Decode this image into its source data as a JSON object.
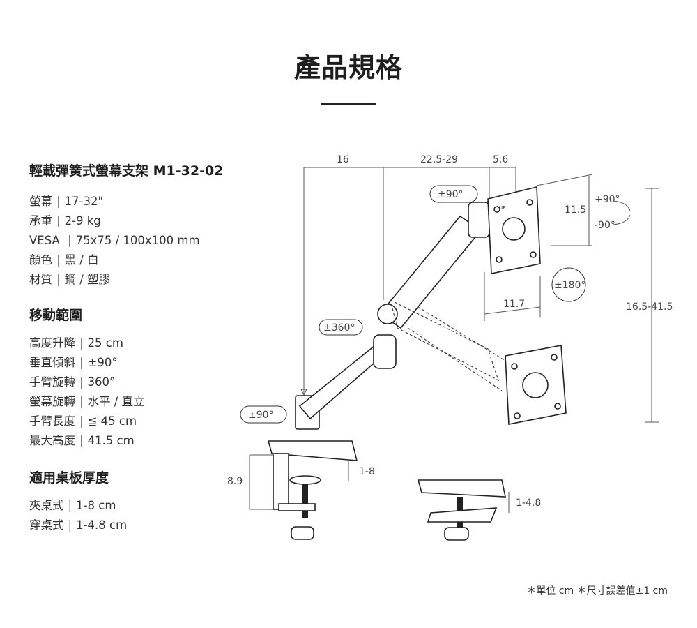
{
  "page": {
    "title": "產品規格",
    "footnote": "＊單位 cm ＊尺寸誤差值±1 cm"
  },
  "product": {
    "title": "輕載彈簧式螢幕支架 M1-32-02",
    "specs": [
      {
        "label": "螢幕",
        "value": "17-32\""
      },
      {
        "label": "承重",
        "value": "2-9 kg"
      },
      {
        "label": "VESA ",
        "value": "75x75 / 100x100 mm"
      },
      {
        "label": "顏色",
        "value": "黑 / 白"
      },
      {
        "label": "材質",
        "value": "鋼 / 塑膠"
      }
    ]
  },
  "motion": {
    "title": "移動範圍",
    "specs": [
      {
        "label": "高度升降",
        "value": "25 cm"
      },
      {
        "label": "垂直傾斜",
        "value": "±90°"
      },
      {
        "label": "手臂旋轉",
        "value": "360°"
      },
      {
        "label": "螢幕旋轉",
        "value": "水平 / 直立"
      },
      {
        "label": "手臂長度",
        "value": "≦ 45 cm"
      },
      {
        "label": "最大高度",
        "value": "41.5 cm"
      }
    ]
  },
  "desk": {
    "title": "適用桌板厚度",
    "specs": [
      {
        "label": "夾桌式",
        "value": "1-8 cm"
      },
      {
        "label": "穿桌式",
        "value": "1-4.8 cm"
      }
    ]
  },
  "diagram": {
    "dim_top_1": "16",
    "dim_top_2": "22.5-29",
    "dim_top_3": "5.6",
    "dim_vesa_height": "11.5",
    "dim_vesa_width": "11.7",
    "dim_total_height": "16.5-41.5",
    "dim_clamp_height": "8.9",
    "dim_clamp_range": "1-8",
    "dim_grommet_range": "1-4.8",
    "rot_head": "±90°",
    "rot_arm": "±360°",
    "rot_base": "±90°",
    "rot_panel": "±180°",
    "tilt_up": "+90°",
    "tilt_down": "-90°",
    "vesa_up_mark": "UP"
  }
}
